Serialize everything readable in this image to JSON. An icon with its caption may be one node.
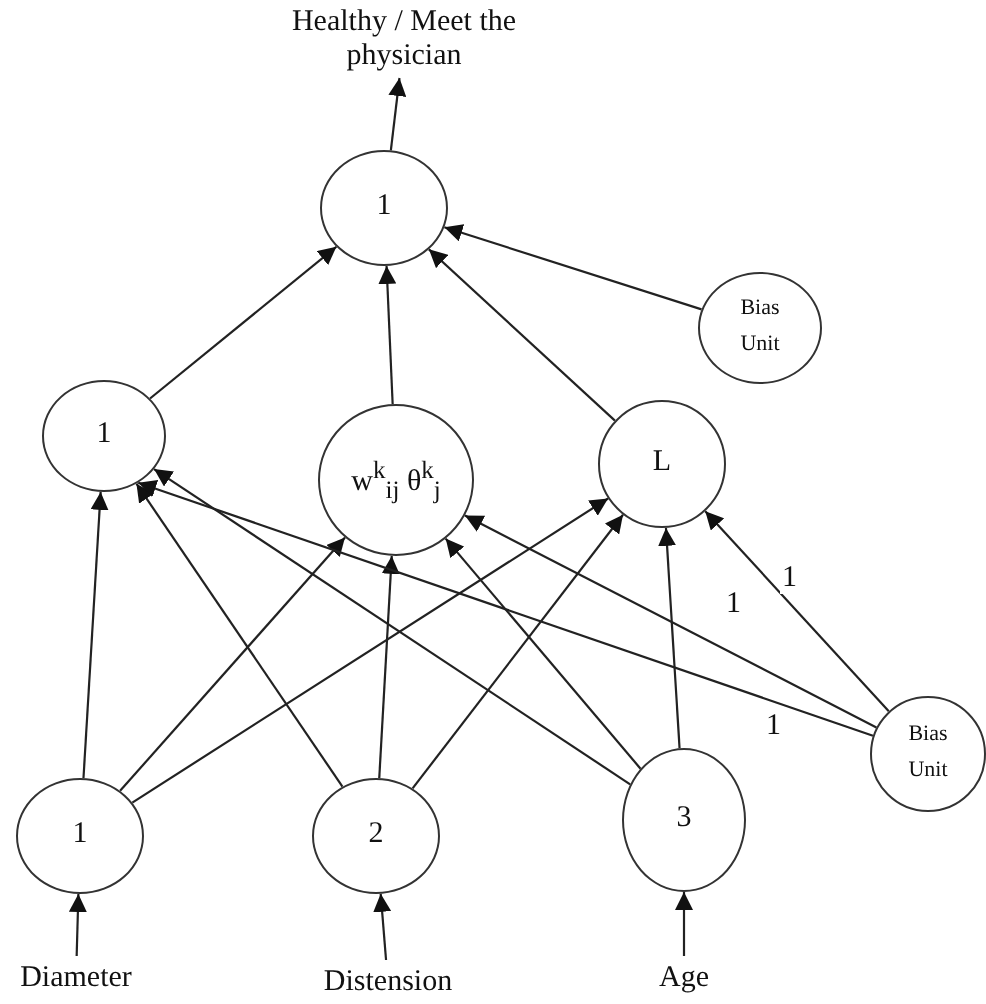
{
  "diagram": {
    "nodes": [
      {
        "text": [
          "Healthy / Meet the physician"
        ]
      },
      {
        "text": [
          "1"
        ]
      },
      {
        "text": [
          "Bias Unit"
        ]
      },
      {
        "text": [
          "1"
        ]
      },
      {
        "text": [
          "w$^{k}$$_{ij}$ θ$^{k}$$_{j}$"
        ]
      },
      {
        "text": [
          "L"
        ]
      },
      {
        "text": [
          "1"
        ]
      },
      {
        "text": [
          "2"
        ]
      },
      {
        "text": [
          "3"
        ]
      },
      {
        "text": [
          "Bias Unit"
        ]
      },
      {
        "text": [
          "Diameter"
        ]
      },
      {
        "text": [
          "Distension"
        ]
      },
      {
        "text": [
          "Age"
        ]
      }
    ],
    "edges": [
      {
        "from": 1,
        "to": 0,
        "arrow": "to"
      },
      {
        "from": 3,
        "to": 1,
        "arrow": "to"
      },
      {
        "from": 4,
        "to": 1,
        "arrow": "to"
      },
      {
        "from": 5,
        "to": 1,
        "arrow": "to"
      },
      {
        "from": 2,
        "to": 1,
        "arrow": "to"
      },
      {
        "from": 6,
        "to": 3,
        "arrow": "to"
      },
      {
        "from": 6,
        "to": 4,
        "arrow": "to"
      },
      {
        "from": 6,
        "to": 5,
        "arrow": "to"
      },
      {
        "from": 7,
        "to": 3,
        "arrow": "to"
      },
      {
        "from": 7,
        "to": 4,
        "arrow": "to"
      },
      {
        "from": 7,
        "to": 5,
        "arrow": "to"
      },
      {
        "from": 8,
        "to": 3,
        "arrow": "to"
      },
      {
        "from": 8,
        "to": 4,
        "arrow": "to"
      },
      {
        "from": 8,
        "to": 5,
        "arrow": "to"
      },
      {
        "from": 9,
        "to": 3,
        "arrow": "to",
        "label": "1"
      },
      {
        "from": 9,
        "to": 4,
        "arrow": "to",
        "label": "1"
      },
      {
        "from": 9,
        "to": 5,
        "arrow": "to",
        "label": "1"
      },
      {
        "from": 10,
        "to": 6,
        "arrow": "to"
      },
      {
        "from": 11,
        "to": 7,
        "arrow": "to"
      },
      {
        "from": 12,
        "to": 8,
        "arrow": "to"
      }
    ]
  }
}
